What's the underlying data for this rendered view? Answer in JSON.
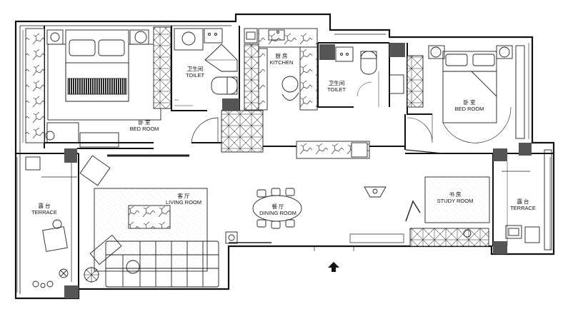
{
  "rooms": {
    "master_bedroom": {
      "zh": "卧 室",
      "en": "BED ROOM"
    },
    "toilet_left": {
      "zh": "卫生间",
      "en": "TOILET"
    },
    "kitchen": {
      "zh": "厨 房",
      "en": "KITCHEN"
    },
    "toilet_right": {
      "zh": "卫生间",
      "en": "TOILET"
    },
    "bedroom_right": {
      "zh": "卧 室",
      "en": "BED ROOM"
    },
    "terrace_left": {
      "zh": "露 台",
      "en": "TERRACE"
    },
    "living_room": {
      "zh": "客 厅",
      "en": "LIVING ROOM"
    },
    "dining_room": {
      "zh": "餐 厅",
      "en": "DINING ROOM"
    },
    "study_room": {
      "zh": "书 房",
      "en": "STUDY ROOM"
    },
    "terrace_right": {
      "zh": "露 台",
      "en": "TERRACE"
    }
  },
  "symbols": {
    "entrance": "entrance-arrow-icon"
  },
  "colors": {
    "wall": "#111111",
    "column": "#555555",
    "marble_vein": "#333333",
    "line": "#222222"
  }
}
